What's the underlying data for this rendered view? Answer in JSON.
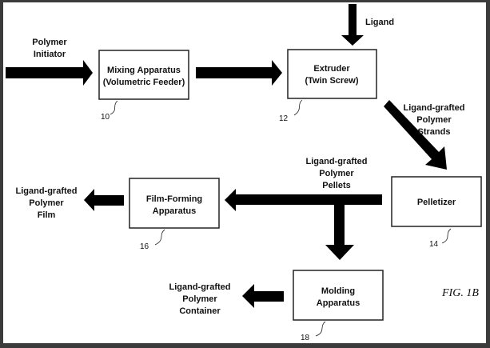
{
  "figure_label": "FIG. 1B",
  "inputs": {
    "polymer_initiator": [
      "Polymer",
      "Initiator"
    ],
    "ligand": "Ligand"
  },
  "boxes": {
    "mixing": {
      "lines": [
        "Mixing Apparatus",
        "(Volumetric Feeder)"
      ],
      "ref": "10"
    },
    "extruder": {
      "lines": [
        "Extruder",
        "(Twin Screw)"
      ],
      "ref": "12"
    },
    "pelletizer": {
      "lines": [
        "Pelletizer"
      ],
      "ref": "14"
    },
    "film_forming": {
      "lines": [
        "Film-Forming",
        "Apparatus"
      ],
      "ref": "16"
    },
    "molding": {
      "lines": [
        "Molding",
        "Apparatus"
      ],
      "ref": "18"
    }
  },
  "flows": {
    "strands": [
      "Ligand-grafted",
      "Polymer",
      "Strands"
    ],
    "pellets": [
      "Ligand-grafted",
      "Polymer",
      "Pellets"
    ],
    "film": [
      "Ligand-grafted",
      "Polymer",
      "Film"
    ],
    "container": [
      "Ligand-grafted",
      "Polymer",
      "Container"
    ]
  }
}
